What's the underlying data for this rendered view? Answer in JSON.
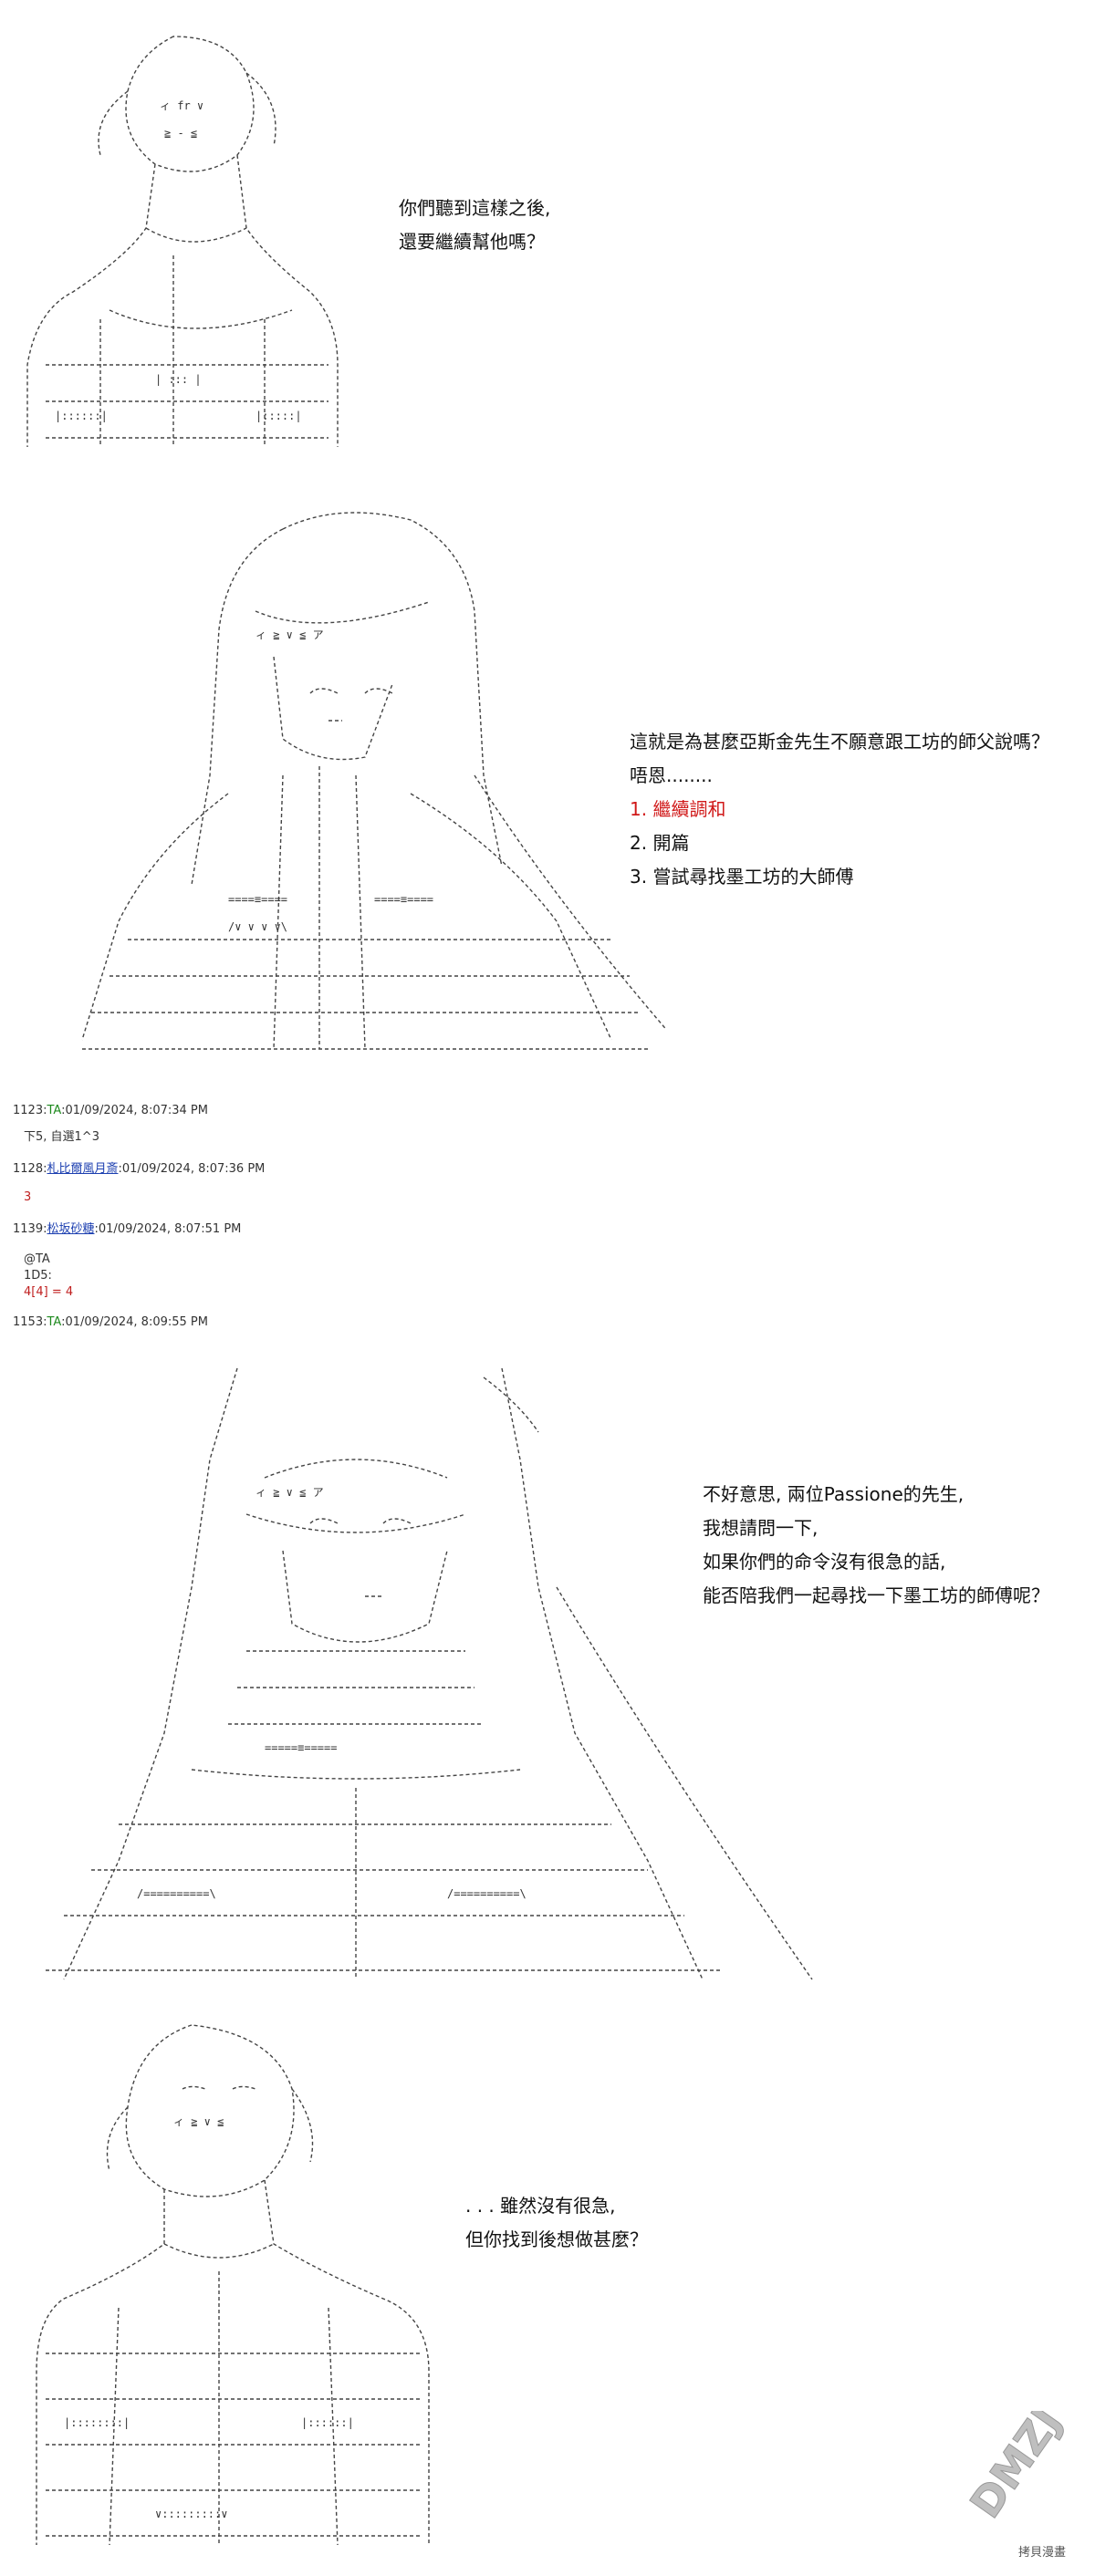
{
  "panels": [
    {
      "dialog": [
        "你們聽到這樣之後,",
        "還要繼續幫他嗎？"
      ]
    },
    {
      "question": "這就是為甚麼亞斯金先生不願意跟工坊的師父說嗎？",
      "thought": "唔恩........",
      "options": [
        "1. 繼續調和",
        "2. 開篇",
        "3. 嘗試尋找墨工坊的大師傅"
      ]
    },
    {
      "dialog": [
        "不好意思, 兩位Passione的先生,",
        "我想請問一下,",
        "如果你們的命令沒有很急的話,",
        "能否陪我們一起尋找一下墨工坊的師傅呢？"
      ]
    },
    {
      "dialog": [
        ". . . 雖然沒有很急,",
        "但你找到後想做甚麼？"
      ]
    }
  ],
  "posts": [
    {
      "num": "1123",
      "name": "TA",
      "date": "01/09/2024, 8:07:34 PM",
      "body": [
        "下5, 自選1^3"
      ]
    },
    {
      "num": "1128",
      "name": "札比爾風月斎",
      "date": "01/09/2024, 8:07:36 PM",
      "body": [
        "3"
      ]
    },
    {
      "num": "1139",
      "name": "松坂砂糖",
      "date": "01/09/2024, 8:07:51 PM",
      "body": [
        "@TA",
        "1D5:",
        "4[4] = 4"
      ]
    },
    {
      "num": "1153",
      "name": "TA",
      "date": "01/09/2024, 8:09:55 PM",
      "body": []
    }
  ],
  "watermark": {
    "logo": "DMZJ",
    "site": "拷貝漫畫"
  },
  "colors": {
    "accent_red": "#d01818",
    "name_green": "#1f8a1f",
    "name_blue": "#1c3fb0"
  }
}
